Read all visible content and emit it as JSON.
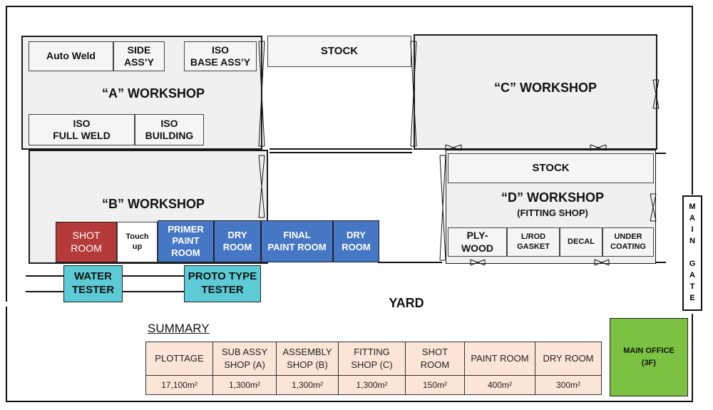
{
  "workshops": {
    "a": {
      "title": "“A”  WORKSHOP",
      "cells": {
        "auto_weld": "Auto Weld",
        "side_assy_1": "SIDE",
        "side_assy_2": "ASS’Y",
        "iso_base_1": "ISO",
        "iso_base_2": "BASE ASS’Y",
        "iso_full_1": "ISO",
        "iso_full_2": "FULL WELD",
        "iso_building_1": "ISO",
        "iso_building_2": "BUILDING"
      }
    },
    "b": {
      "title": "“B”  WORKSHOP",
      "cells": {
        "shot_room_1": "SHOT",
        "shot_room_2": "ROOM",
        "touch_up_1": "Touch",
        "touch_up_2": "up",
        "primer_1": "PRIMER",
        "primer_2": "PAINT ROOM",
        "dry1_1": "DRY",
        "dry1_2": "ROOM",
        "final_1": "FINAL",
        "final_2": "PAINT ROOM",
        "dry2_1": "DRY",
        "dry2_2": "ROOM"
      }
    },
    "c": {
      "title": "“C”  WORKSHOP"
    },
    "d": {
      "title": "“D” WORKSHOP",
      "subtitle": "(FITTING SHOP)",
      "stock": "STOCK",
      "cells": {
        "plywood_1": "PLY-",
        "plywood_2": "WOOD",
        "lrod_1": "L/ROD",
        "lrod_2": "GASKET",
        "decal": "DECAL",
        "under_1": "UNDER",
        "under_2": "COATING"
      }
    }
  },
  "stock_top": "STOCK",
  "water_tester_1": "WATER",
  "water_tester_2": "TESTER",
  "proto_tester_1": "PROTO TYPE",
  "proto_tester_2": "TESTER",
  "yard": "YARD",
  "main_gate": [
    "M",
    "A",
    "I",
    "N",
    "",
    "G",
    "A",
    "T",
    "E"
  ],
  "main_office_1": "MAIN  OFFICE",
  "main_office_2": "(3F)",
  "summary": {
    "title": "SUMMARY",
    "headers": [
      [
        "PLOTTAGE"
      ],
      [
        "SUB ASSY",
        "SHOP (A)"
      ],
      [
        "ASSEMBLY",
        "SHOP (B)"
      ],
      [
        "FITTING",
        "SHOP (C)"
      ],
      [
        "SHOT",
        "ROOM"
      ],
      [
        "PAINT ROOM"
      ],
      [
        "DRY  ROOM"
      ]
    ],
    "values": [
      "17,100m²",
      "1,300m²",
      "1,300m²",
      "1,300m²",
      "150m²",
      "400m²",
      "300m²"
    ]
  },
  "colors": {
    "workshop_fill": "#f0f0f0",
    "paint_blue": "#4677c4",
    "shot_red": "#b53a3a",
    "tester_cyan": "#5ccbd6",
    "office_green": "#7cc242",
    "summary_fill": "#fbe5d6"
  }
}
